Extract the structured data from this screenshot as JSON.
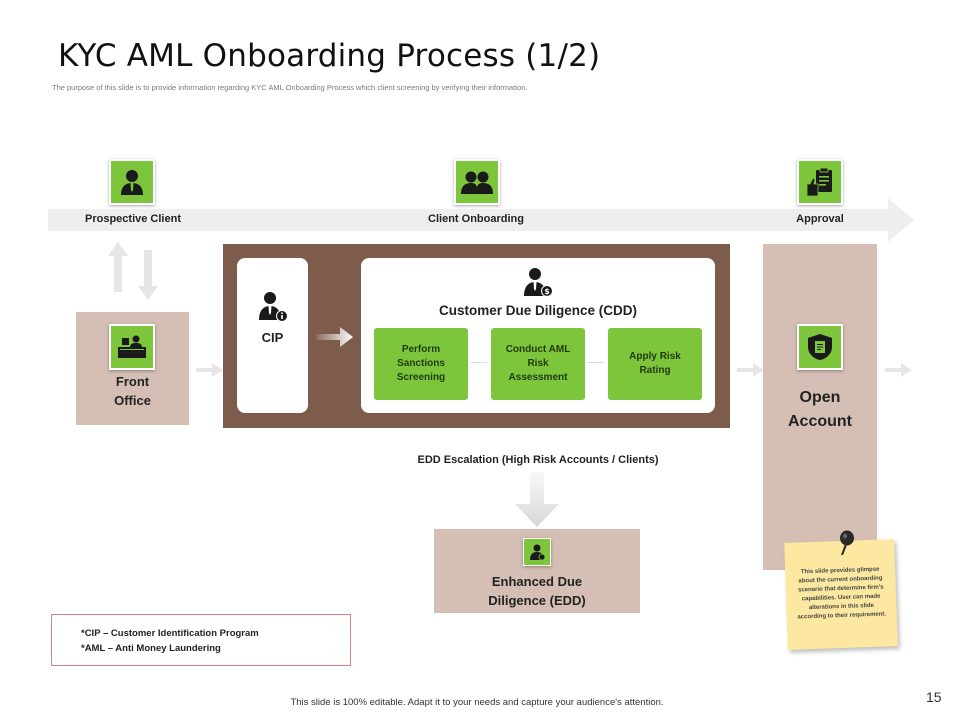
{
  "slide": {
    "title": "KYC AML Onboarding Process (1/2)",
    "subtitle": "The purpose of this slide is to provide information regarding KYC AML Onboarding Process which client screening by verifying their information.",
    "page_number": "15",
    "footer": "This slide is 100% editable. Adapt it to your needs and capture your audience's attention."
  },
  "stages": [
    {
      "label": "Prospective Client",
      "icon": "user-icon"
    },
    {
      "label": "Client Onboarding",
      "icon": "users-icon"
    },
    {
      "label": "Approval",
      "icon": "approval-clipboard-icon"
    }
  ],
  "front_office": {
    "label_line1": "Front",
    "label_line2": "Office",
    "icon": "desk-icon"
  },
  "cip": {
    "label": "CIP",
    "icon": "user-info-icon"
  },
  "cdd": {
    "title": "Customer Due Diligence (CDD)",
    "icon": "user-dollar-icon",
    "steps": [
      {
        "line1": "Perform",
        "line2": "Sanctions",
        "line3": "Screening"
      },
      {
        "line1": "Conduct AML",
        "line2": "Risk",
        "line3": "Assessment"
      },
      {
        "line1": "Apply Risk",
        "line2": "Rating",
        "line3": ""
      }
    ]
  },
  "open_account": {
    "label_line1": "Open",
    "label_line2": "Account",
    "icon": "shield-document-icon"
  },
  "edd": {
    "caption": "EDD Escalation (High Risk Accounts / Clients)",
    "label_line1": "Enhanced Due",
    "label_line2": "Diligence (EDD)",
    "icon": "user-check-icon"
  },
  "note": {
    "text": "This slide provides glimpse about the current onboarding scenario that determine firm's capabilities. User can made alterations in this slide according to their requirement.",
    "icon": "pin-icon"
  },
  "legend": {
    "line1": "*CIP – Customer Identification Program",
    "line2": "*AML – Anti Money Laundering"
  },
  "colors": {
    "green": "#7dc53a",
    "brown": "#7d5c4c",
    "tan": "#d5bfb5",
    "note_yellow": "#fce8a0",
    "band_grey": "#eeeeee"
  }
}
